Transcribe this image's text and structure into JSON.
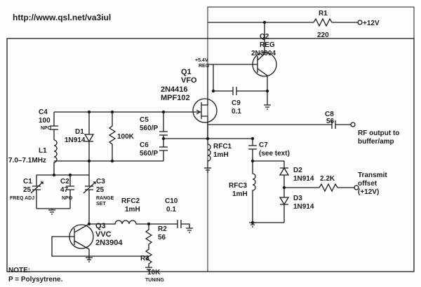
{
  "url": "http://www.qsl.net/va3iul",
  "supply": "+12V",
  "note": {
    "title": "NOTE:",
    "text": "P = Polysytrene."
  },
  "output": {
    "line1": "RF output to",
    "line2": "buffer/amp"
  },
  "offset": {
    "line1": "Transmit",
    "line2": "offset",
    "line3": "(+12V)"
  },
  "q1": {
    "ref": "Q1",
    "func": "VFO",
    "part1": "2N4416",
    "part2": "MPF102",
    "volt": "+5.4V",
    "reg": "REG"
  },
  "q2": {
    "ref": "Q2",
    "func": "REG",
    "part": "2N3904"
  },
  "q3": {
    "ref": "Q3",
    "func": "VVC",
    "part": "2N3904"
  },
  "r1": {
    "ref": "R1",
    "value": "220"
  },
  "r2": {
    "ref": "R2",
    "value": "56"
  },
  "r3": {
    "ref": "R3",
    "value": "10K",
    "note": "TUNING"
  },
  "r100k": {
    "value": "100K"
  },
  "r22k": {
    "value": "2.2K"
  },
  "c1": {
    "ref": "C1",
    "value": "25",
    "note": "FREQ ADJ"
  },
  "c2": {
    "ref": "C2",
    "value": "47",
    "note": "NPO"
  },
  "c3": {
    "ref": "C3",
    "value": "25",
    "note1": "RANGE",
    "note2": "SET"
  },
  "c4": {
    "ref": "C4",
    "value": "100",
    "note": "NPO"
  },
  "c5": {
    "ref": "C5",
    "value": "560/P"
  },
  "c6": {
    "ref": "C6",
    "value": "560/P"
  },
  "c7": {
    "ref": "C7",
    "value": "(see text)"
  },
  "c8": {
    "ref": "C8",
    "value": "56"
  },
  "c9": {
    "ref": "C9",
    "value": "0.1"
  },
  "c10": {
    "ref": "C10",
    "value": "0.1"
  },
  "l1": {
    "ref": "L1",
    "value": "7.0–7.1MHz"
  },
  "d1": {
    "ref": "D1",
    "value": "1N914"
  },
  "d2": {
    "ref": "D2",
    "value": "1N914"
  },
  "d3": {
    "ref": "D3",
    "value": "1N914"
  },
  "rfc1": {
    "ref": "RFC1",
    "value": "1mH"
  },
  "rfc2": {
    "ref": "RFC2",
    "value": "1mH"
  },
  "rfc3": {
    "ref": "RFC3",
    "value": "1mH"
  }
}
